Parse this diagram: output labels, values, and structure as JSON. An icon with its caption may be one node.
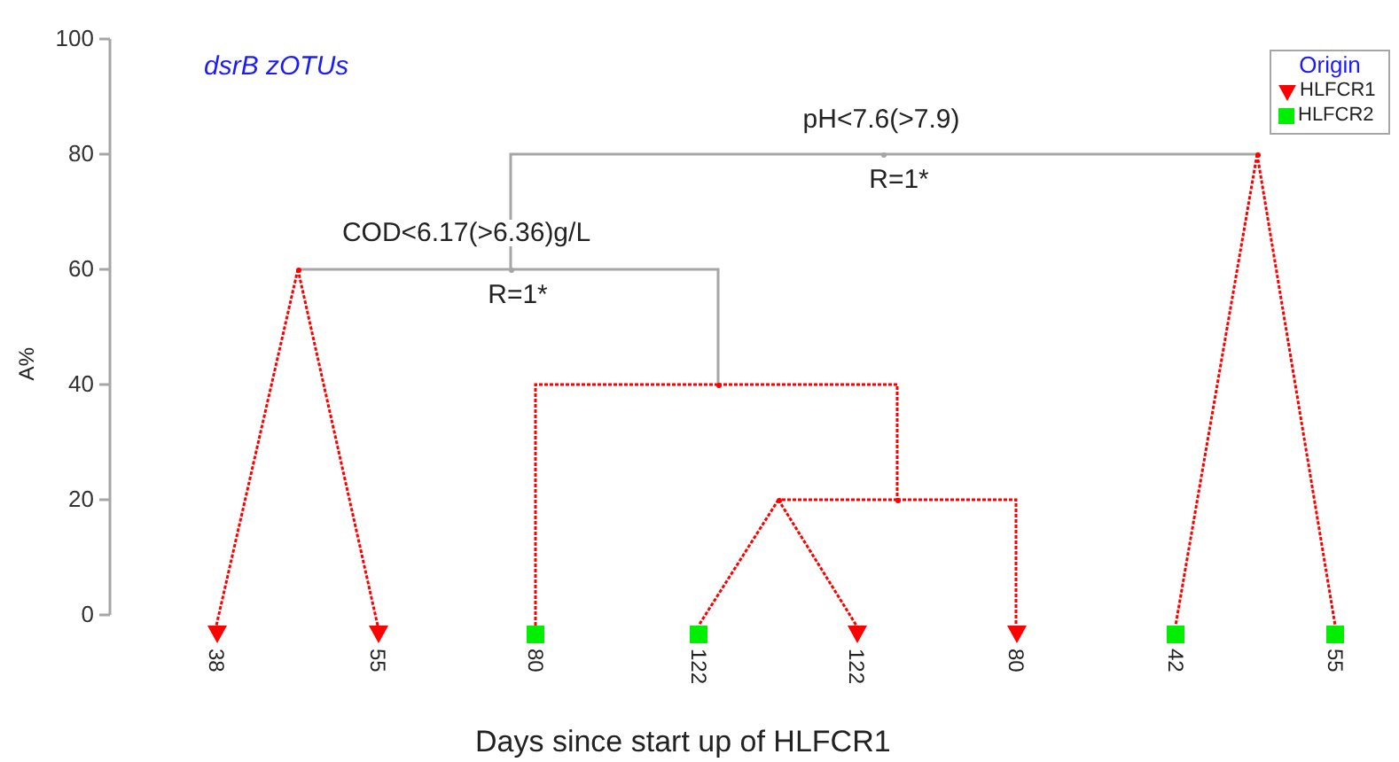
{
  "diagram": {
    "nodes": [
      {
        "text": [],
        "shape": "triangle",
        "beside": [
          "38"
        ]
      },
      {
        "text": [],
        "shape": "triangle",
        "beside": [
          "55"
        ]
      },
      {
        "text": [],
        "shape": "square",
        "beside": [
          "80"
        ]
      },
      {
        "text": [],
        "shape": "square",
        "beside": [
          "122"
        ]
      },
      {
        "text": [],
        "shape": "triangle",
        "beside": [
          "122"
        ]
      },
      {
        "text": [],
        "shape": "triangle",
        "beside": [
          "80"
        ]
      },
      {
        "text": [],
        "shape": "square",
        "beside": [
          "42"
        ]
      },
      {
        "text": [],
        "shape": "square",
        "beside": [
          "55"
        ]
      },
      {
        "text": [],
        "shape": "point",
        "beside": [
          "pH<7.6(>7.9)",
          "R=1*"
        ]
      },
      {
        "text": [],
        "shape": "point"
      },
      {
        "text": [],
        "shape": "point"
      },
      {
        "text": [],
        "shape": "point",
        "beside": [
          "COD<6.17(>6.36)g/L",
          "R=1*"
        ]
      },
      {
        "text": [],
        "shape": "point"
      },
      {
        "text": [],
        "shape": "point"
      },
      {
        "text": [],
        "shape": "point"
      }
    ],
    "edges": [
      {
        "from": 10,
        "to": 0,
        "arrow": "none",
        "style": "dashed"
      },
      {
        "from": 10,
        "to": 1,
        "arrow": "none",
        "style": "dashed"
      },
      {
        "from": 9,
        "to": 6,
        "arrow": "none",
        "style": "dashed"
      },
      {
        "from": 9,
        "to": 7,
        "arrow": "none",
        "style": "dashed"
      },
      {
        "from": 14,
        "to": 3,
        "arrow": "none",
        "style": "dashed"
      },
      {
        "from": 14,
        "to": 4,
        "arrow": "none",
        "style": "dashed"
      },
      {
        "from": 13,
        "to": 14,
        "arrow": "none",
        "style": "dashed"
      },
      {
        "from": 13,
        "to": 5,
        "arrow": "none",
        "style": "dashed"
      },
      {
        "from": 12,
        "to": 2,
        "arrow": "none",
        "style": "dashed"
      },
      {
        "from": 12,
        "to": 13,
        "arrow": "none",
        "style": "dashed"
      },
      {
        "from": 11,
        "to": 10,
        "arrow": "none",
        "color": "#a6a6a6"
      },
      {
        "from": 11,
        "to": 12,
        "arrow": "none",
        "color": "#a6a6a6"
      },
      {
        "from": 8,
        "to": 11,
        "arrow": "none",
        "color": "#a6a6a6"
      },
      {
        "from": 8,
        "to": 9,
        "arrow": "none",
        "color": "#a6a6a6"
      }
    ],
    "labels": [
      "dsrB zOTUs",
      "100",
      "80",
      "60",
      "40",
      "20",
      "0",
      "A%",
      "Origin",
      "Days since start up of HLFCR1"
    ],
    "legend": [
      {
        "text": "HLFCR1"
      },
      {
        "text": "HLFCR2"
      }
    ]
  }
}
